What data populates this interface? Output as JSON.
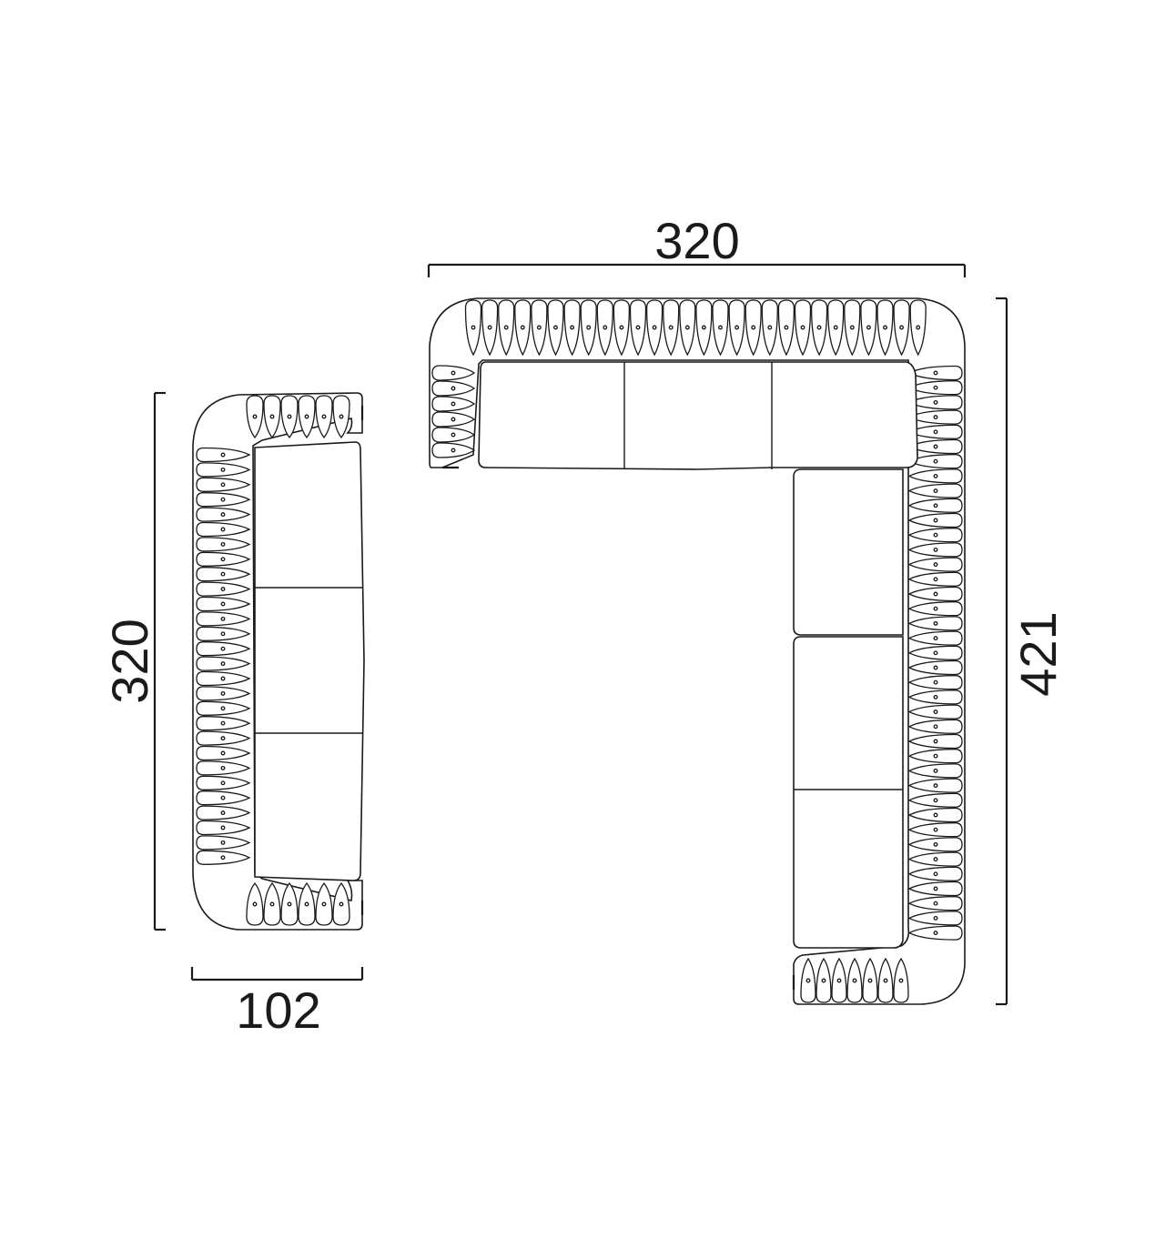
{
  "dimensions": {
    "single_sofa_length": "320",
    "single_sofa_depth": "102",
    "corner_sofa_width": "320",
    "corner_sofa_length": "421"
  },
  "colors": {
    "line": "#1a1a1a",
    "background": "#ffffff"
  }
}
